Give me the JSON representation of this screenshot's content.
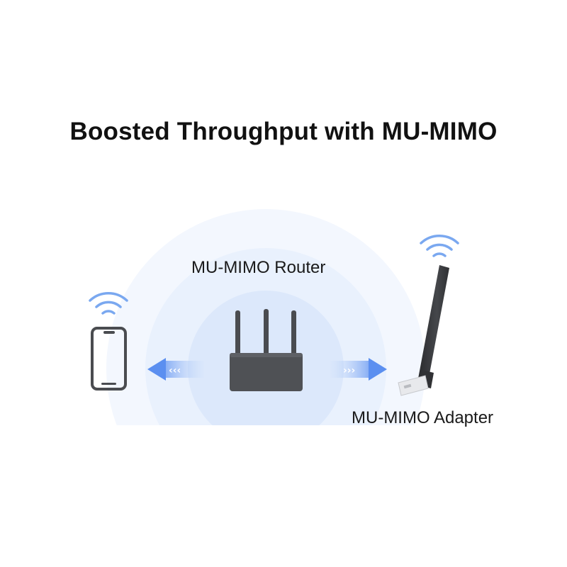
{
  "title": "Boosted Throughput with MU-MIMO",
  "router": {
    "label": "MU-MIMO Router",
    "icon": "router-icon"
  },
  "adapter": {
    "label": "MU-MIMO Adapter",
    "icon": "usb-wifi-adapter-icon"
  },
  "phone": {
    "icon": "smartphone-icon"
  },
  "signals": {
    "left_arrow_icon": "left-data-arrow-icon",
    "right_arrow_icon": "right-data-arrow-icon",
    "wifi_icon": "wifi-icon"
  },
  "colors": {
    "halo": "#e4eefb",
    "arrow": "#6a9cf4",
    "wifi": "#7aa8f0",
    "device": "#4a4c50",
    "text": "#111111"
  }
}
